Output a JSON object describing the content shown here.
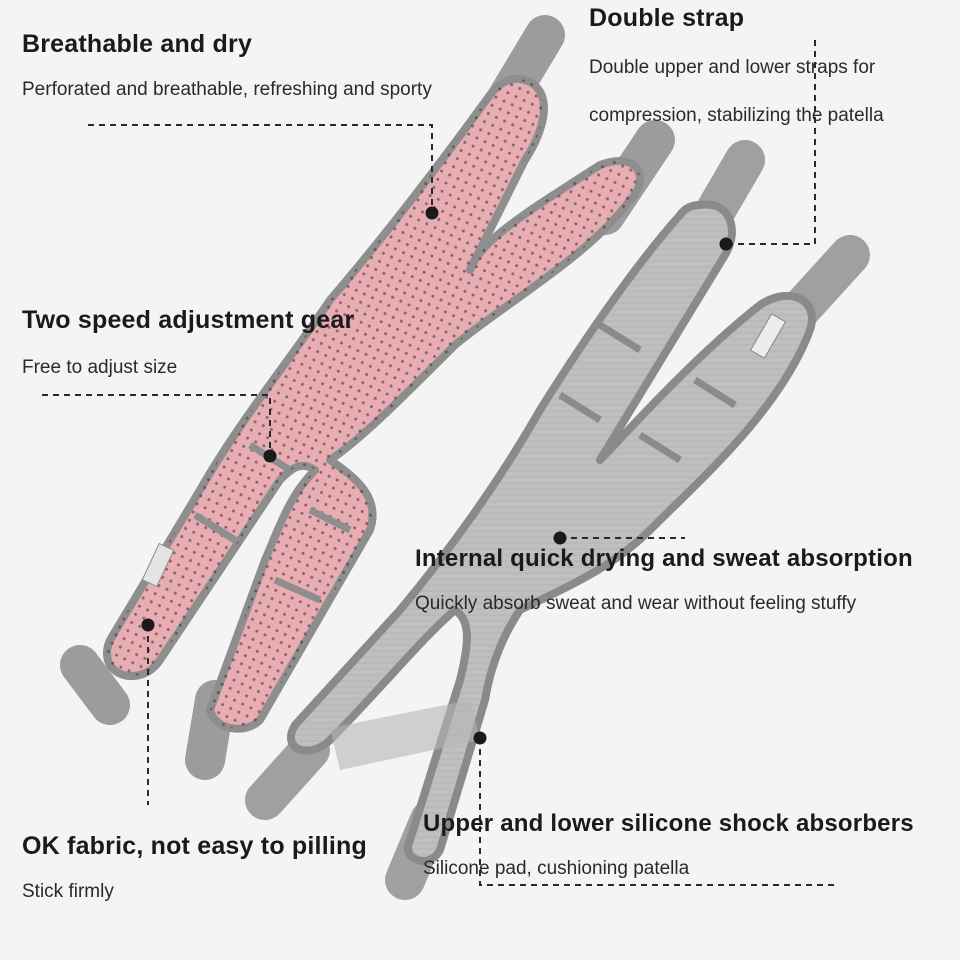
{
  "features": {
    "breathable": {
      "title": "Breathable and dry",
      "desc": "Perforated and breathable, refreshing and sporty"
    },
    "double_strap": {
      "title": "Double strap",
      "desc_line1": "Double upper and lower straps for",
      "desc_line2": "compression, stabilizing the patella"
    },
    "two_speed": {
      "title": "Two speed adjustment gear",
      "desc": "Free to adjust size"
    },
    "internal_drying": {
      "title": "Internal quick drying and sweat absorption",
      "desc": "Quickly absorb sweat and wear without feeling stuffy"
    },
    "ok_fabric": {
      "title": "OK fabric, not easy to pilling",
      "desc": "Stick firmly"
    },
    "silicone": {
      "title": "Upper and lower silicone shock absorbers",
      "desc": "Silicone pad, cushioning patella"
    }
  },
  "colors": {
    "background": "#f4f4f4",
    "pink_fabric": "#e8adb2",
    "grey_fabric": "#bcbcbc",
    "binding": "#8e8e8e",
    "strap": "#9a9a9a"
  }
}
